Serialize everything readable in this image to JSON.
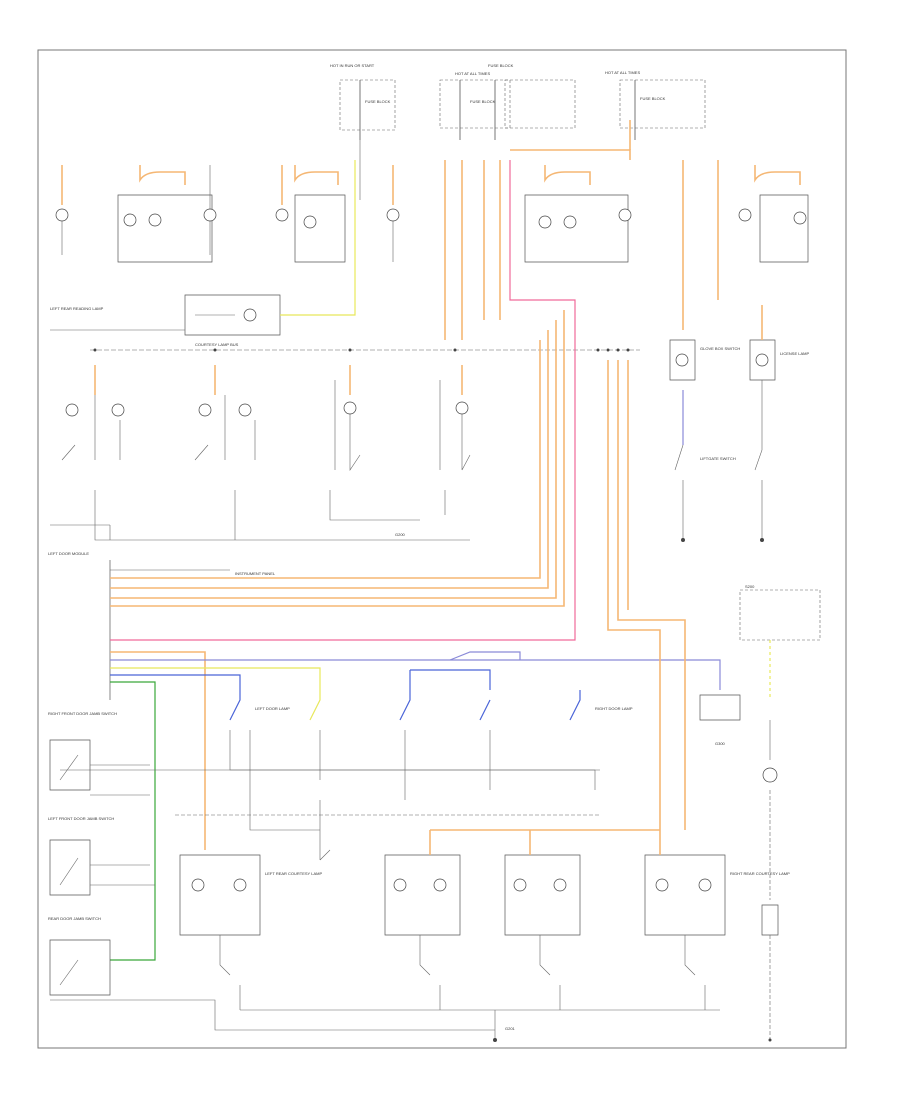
{
  "diagram": {
    "footer_code": "",
    "labels": {
      "hot_run_top_left": "HOT IN RUN OR START",
      "hot_run_mid": "HOT AT ALL TIMES",
      "hot_all_times_right": "HOT AT ALL TIMES",
      "fuse_a": "FUSE BLOCK",
      "fuse_b": "FUSE BLOCK",
      "fuse_c": "FUSE BLOCK",
      "fuse_d": "FUSE BLOCK",
      "courtesy_lamp_bus": "COURTESY LAMP BUS",
      "left_rear_reading": "LEFT REAR READING LAMP",
      "door_module": "LEFT DOOR MODULE",
      "dash_panel": "INSTRUMENT PANEL",
      "glove_box_switch": "GLOVE BOX SWITCH",
      "liftgate_switch": "LIFTGATE SWITCH",
      "license_lamp": "LICENSE LAMP",
      "left_rear_lamp": "LEFT REAR COURTESY LAMP",
      "right_rear_lamp": "RIGHT REAR COURTESY LAMP",
      "right_door_lamp": "RIGHT DOOR LAMP",
      "left_door_lamp": "LEFT DOOR LAMP",
      "right_front_door_jamb": "RIGHT FRONT DOOR JAMB SWITCH",
      "left_front_door_jamb": "LEFT FRONT DOOR JAMB SWITCH",
      "rear_door_jamb": "REAR DOOR JAMB SWITCH",
      "ground_g1": "G200",
      "ground_g2": "G201",
      "ground_g3": "G300",
      "splice": "S200"
    }
  }
}
